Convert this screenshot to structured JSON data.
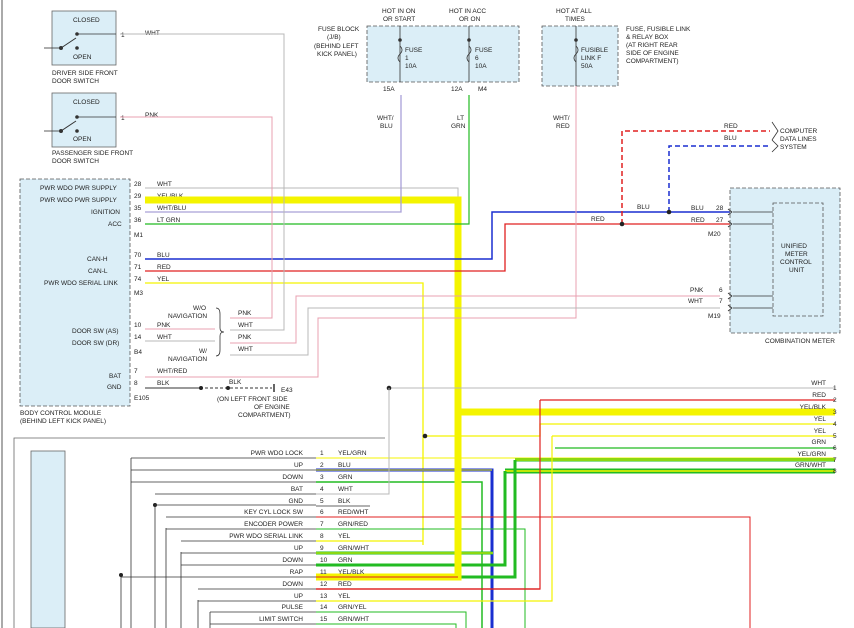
{
  "colors": {
    "yellow": "#f4f400",
    "red": "#e02020",
    "blue": "#1a2fd0",
    "green": "#22bb22",
    "pink": "#e8a0b0",
    "lavender": "#a9a0d8",
    "gray": "#b8b8b8",
    "box": "#dbeef7"
  },
  "driver_switch": {
    "closed": "CLOSED",
    "open": "OPEN",
    "pin": "1",
    "wire": "WHT",
    "caption1": "DRIVER SIDE FRONT",
    "caption2": "DOOR SWITCH"
  },
  "pass_switch": {
    "closed": "CLOSED",
    "open": "OPEN",
    "pin": "1",
    "wire": "PNK",
    "caption1": "PASSENGER SIDE FRONT",
    "caption2": "DOOR SWITCH"
  },
  "fuse_block": {
    "title1": "FUSE BLOCK",
    "title2": "(J/B)",
    "title3": "(BEHIND LEFT",
    "title4": "KICK PANEL)",
    "hot_on1": "HOT IN ON",
    "hot_on2": "OR START",
    "hot_acc1": "HOT IN ACC",
    "hot_acc2": "OR ON",
    "fuse1_l1": "FUSE",
    "fuse1_l2": "1",
    "fuse1_l3": "10A",
    "fuse2_l1": "FUSE",
    "fuse2_l2": "6",
    "fuse2_l3": "10A",
    "pin1": "15A",
    "pin2": "12A",
    "conn": "M4",
    "wire1a": "WHT/",
    "wire1b": "BLU",
    "wire2a": "LT",
    "wire2b": "GRN"
  },
  "fusible": {
    "hot1": "HOT AT ALL",
    "hot2": "TIMES",
    "l1": "FUSIBLE",
    "l2": "LINK F",
    "l3": "50A",
    "desc1": "FUSE, FUSIBLE LINK",
    "desc2": "& RELAY BOX",
    "desc3": "(AT RIGHT REAR",
    "desc4": "SIDE OF ENGINE",
    "desc5": "COMPARTMENT)",
    "wire_a": "WHT/",
    "wire_b": "RED"
  },
  "computer_data": {
    "red": "RED",
    "blu": "BLU",
    "l1": "COMPUTER",
    "l2": "DATA LINES",
    "l3": "SYSTEM"
  },
  "bcm": {
    "pins": [
      {
        "label": "PWR WDO PWR SUPPLY",
        "num": "28",
        "wire": "WHT"
      },
      {
        "label": "PWR WDO PWR SUPPLY",
        "num": "29",
        "wire": "YEL/BLK"
      },
      {
        "label": "IGNITION",
        "num": "35",
        "wire": "WHT/BLU"
      },
      {
        "label": "ACC",
        "num": "36",
        "wire": "LT GRN"
      },
      {
        "label": "CAN-H",
        "num": "70",
        "wire": "BLU"
      },
      {
        "label": "CAN-L",
        "num": "71",
        "wire": "RED"
      },
      {
        "label": "PWR WDO SERIAL LINK",
        "num": "74",
        "wire": "YEL"
      },
      {
        "label": "DOOR SW (AS)",
        "num": "10",
        "wire": "PNK"
      },
      {
        "label": "DOOR SW (DR)",
        "num": "14",
        "wire": "WHT"
      },
      {
        "label": "BAT",
        "num": "7",
        "wire": "WHT/RED"
      },
      {
        "label": "GND",
        "num": "8",
        "wire": "BLK"
      }
    ],
    "conn_m1": "M1",
    "conn_m3": "M3",
    "conn_b4": "B4",
    "conn_e105": "E105",
    "caption1": "BODY CONTROL MODULE",
    "caption2": "(BEHIND LEFT KICK PANEL)"
  },
  "nav": {
    "wo1": "W/O",
    "wo2": "NAVIGATION",
    "w1": "W/",
    "w2": "NAVIGATION",
    "wo_pnk": "PNK",
    "wo_wht": "WHT",
    "w_pnk": "PNK",
    "w_wht": "WHT"
  },
  "ground": {
    "wire": "BLK",
    "conn": "E43",
    "c1": "(ON LEFT FRONT SIDE",
    "c2": "OF ENGINE",
    "c3": "COMPARTMENT)"
  },
  "meter": {
    "pins": [
      {
        "wire": "BLU",
        "num": "28"
      },
      {
        "wire": "RED",
        "num": "27"
      },
      {
        "wire": "PNK",
        "num": "6"
      },
      {
        "wire": "WHT",
        "num": "7"
      }
    ],
    "m20": "M20",
    "m19": "M19",
    "red_label": "RED",
    "blu_label": "BLU",
    "unit1": "UNIFIED",
    "unit2": "METER",
    "unit3": "CONTROL",
    "unit4": "UNIT",
    "caption": "COMBINATION METER"
  },
  "right_connector": [
    {
      "wire": "WHT",
      "num": "1"
    },
    {
      "wire": "RED",
      "num": "2"
    },
    {
      "wire": "YEL/BLK",
      "num": "3"
    },
    {
      "wire": "YEL",
      "num": "4"
    },
    {
      "wire": "YEL",
      "num": "5"
    },
    {
      "wire": "GRN",
      "num": "6"
    },
    {
      "wire": "YEL/GRN",
      "num": "7"
    },
    {
      "wire": "GRN/WHT",
      "num": "8"
    }
  ],
  "lower_switch": [
    {
      "label": "PWR WDO LOCK",
      "num": "1",
      "wire": "YEL/GRN"
    },
    {
      "label": "UP",
      "num": "2",
      "wire": "BLU"
    },
    {
      "label": "DOWN",
      "num": "3",
      "wire": "GRN"
    },
    {
      "label": "BAT",
      "num": "4",
      "wire": "WHT"
    },
    {
      "label": "GND",
      "num": "5",
      "wire": "BLK"
    },
    {
      "label": "KEY CYL LOCK SW",
      "num": "6",
      "wire": "RED/WHT"
    },
    {
      "label": "ENCODER POWER",
      "num": "7",
      "wire": "GRN/RED"
    },
    {
      "label": "PWR WDO SERIAL LINK",
      "num": "8",
      "wire": "YEL"
    },
    {
      "label": "UP",
      "num": "9",
      "wire": "GRN/WHT"
    },
    {
      "label": "DOWN",
      "num": "10",
      "wire": "GRN"
    },
    {
      "label": "RAP",
      "num": "11",
      "wire": "YEL/BLK"
    },
    {
      "label": "DOWN",
      "num": "12",
      "wire": "RED"
    },
    {
      "label": "UP",
      "num": "13",
      "wire": "YEL"
    },
    {
      "label": "PULSE",
      "num": "14",
      "wire": "GRN/YEL"
    },
    {
      "label": "LIMIT SWITCH",
      "num": "15",
      "wire": "GRN/WHT"
    }
  ]
}
